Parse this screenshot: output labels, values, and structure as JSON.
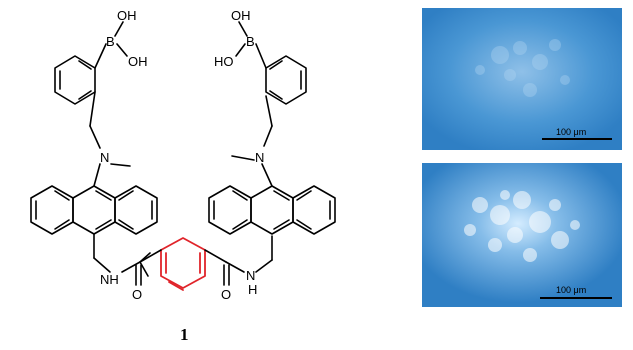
{
  "structure": {
    "atoms": {
      "boron": "B",
      "hydroxyl_right": "OH",
      "hydroxyl_left": "HO",
      "nitrogen": "N",
      "amide_nh": "NH",
      "amide_hn": "H",
      "amide_n": "N",
      "carbonyl_oxygen": "O"
    },
    "compound_number": "1",
    "linker_color": "#e0242a"
  },
  "micrographs": [
    {
      "scale_label": "100 μm",
      "tint": "#3f8fd0"
    },
    {
      "scale_label": "100 μm",
      "tint": "#3f8fd0"
    }
  ]
}
